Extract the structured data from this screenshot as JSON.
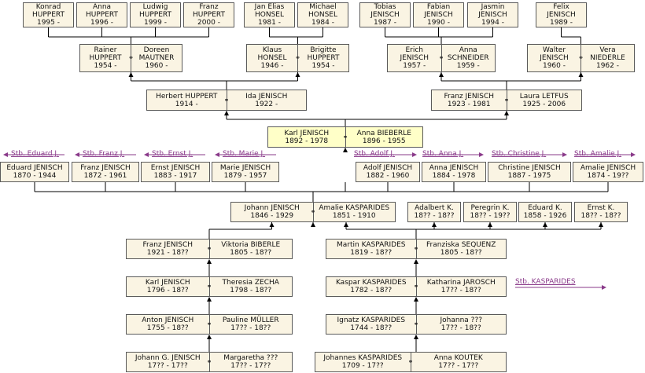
{
  "colors": {
    "line": "#000000",
    "box_fill": "#faf4e3",
    "highlight_fill": "#ffffc8",
    "link": "#8a3a8a"
  },
  "marriage_symbol": "⚭",
  "singles": [
    {
      "key": "konrad",
      "name": "Konrad\nHUPPERT",
      "dates": "1995 -"
    },
    {
      "key": "anna_h",
      "name": "Anna\nHUPPERT",
      "dates": "1996 -"
    },
    {
      "key": "ludwig",
      "name": "Ludwig\nHUPPERT",
      "dates": "1999 -"
    },
    {
      "key": "franz_h",
      "name": "Franz\nHUPPERT",
      "dates": "2000 -"
    },
    {
      "key": "janelias",
      "name": "Jan Elias\nHONSEL",
      "dates": "1981 -"
    },
    {
      "key": "michael",
      "name": "Michael\nHONSEL",
      "dates": "1984 -"
    },
    {
      "key": "tobias",
      "name": "Tobias\nJENISCH",
      "dates": "1987 -"
    },
    {
      "key": "fabian",
      "name": "Fabian\nJENISCH",
      "dates": "1990 -"
    },
    {
      "key": "jasmin",
      "name": "Jasmin\nJENISCH",
      "dates": "1994 -"
    },
    {
      "key": "felix",
      "name": "Felix\nJENISCH",
      "dates": "1989 -"
    },
    {
      "key": "eduard_j",
      "name": "Eduard JENISCH",
      "dates": "1870 - 1944"
    },
    {
      "key": "franz_j2",
      "name": "Franz JENISCH",
      "dates": "1872 - 1961"
    },
    {
      "key": "ernst_j",
      "name": "Ernst JENISCH",
      "dates": "1883 - 1917"
    },
    {
      "key": "marie_j",
      "name": "Marie JENISCH",
      "dates": "1879 - 1957"
    },
    {
      "key": "adolf_j",
      "name": "Adolf JENISCH",
      "dates": "1882 - 1960"
    },
    {
      "key": "anna_j",
      "name": "Anna JENISCH",
      "dates": "1884 - 1978"
    },
    {
      "key": "christine_j",
      "name": "Christine JENISCH",
      "dates": "1887 - 1975"
    },
    {
      "key": "amalie_j",
      "name": "Amalie JENISCH",
      "dates": "1874 - 19??"
    },
    {
      "key": "adalbert_k",
      "name": "Adalbert K.",
      "dates": "18?? - 18??"
    },
    {
      "key": "peregrin_k",
      "name": "Peregrin K.",
      "dates": "18?? - 19??"
    },
    {
      "key": "eduard_k",
      "name": "Eduard K.",
      "dates": "1858 - 1926"
    },
    {
      "key": "ernst_k",
      "name": "Ernst K.",
      "dates": "18?? - 18??"
    }
  ],
  "couples": [
    {
      "key": "rainer",
      "left": {
        "name": "Rainer\nHUPPERT",
        "dates": "1954 -"
      },
      "right": {
        "name": "Doreen\nMAUTNER",
        "dates": "1960 -"
      }
    },
    {
      "key": "klaus",
      "left": {
        "name": "Klaus\nHONSEL",
        "dates": "1946 -"
      },
      "right": {
        "name": "Brigitte\nHUPPERT",
        "dates": "1954 -"
      }
    },
    {
      "key": "erich",
      "left": {
        "name": "Erich\nJENISCH",
        "dates": "1957 -"
      },
      "right": {
        "name": "Anna\nSCHNEIDER",
        "dates": "1959 -"
      }
    },
    {
      "key": "walter",
      "left": {
        "name": "Walter\nJENISCH",
        "dates": "1960 -"
      },
      "right": {
        "name": "Vera\nNIEDERLE",
        "dates": "1962 -"
      }
    },
    {
      "key": "herbert",
      "left": {
        "name": "Herbert HUPPERT",
        "dates": "1914 -"
      },
      "right": {
        "name": "Ida JENISCH",
        "dates": "1922 -"
      }
    },
    {
      "key": "franz1923",
      "left": {
        "name": "Franz JENISCH",
        "dates": "1923 - 1981"
      },
      "right": {
        "name": "Laura LETFUS",
        "dates": "1925 - 2006"
      }
    },
    {
      "key": "karl1892",
      "highlight": true,
      "left": {
        "name": "Karl JENISCH",
        "dates": "1892 - 1978"
      },
      "right": {
        "name": "Anna BIEBERLE",
        "dates": "1896 - 1955"
      }
    },
    {
      "key": "johann1846",
      "left": {
        "name": "Johann JENISCH",
        "dates": "1846 - 1929"
      },
      "right": {
        "name": "Amalie KASPARIDES",
        "dates": "1851 - 1910"
      }
    },
    {
      "key": "franz1921",
      "left": {
        "name": "Franz JENISCH",
        "dates": "1921 - 18??"
      },
      "right": {
        "name": "Viktoria BIBERLE",
        "dates": "1805 - 18??"
      }
    },
    {
      "key": "karl1796",
      "left": {
        "name": "Karl JENISCH",
        "dates": "1796 - 18??"
      },
      "right": {
        "name": "Theresia ZECHA",
        "dates": "1798 - 18??"
      }
    },
    {
      "key": "anton1755",
      "left": {
        "name": "Anton JENISCH",
        "dates": "1755 - 18??"
      },
      "right": {
        "name": "Pauline MÜLLER",
        "dates": "17?? - 18??"
      }
    },
    {
      "key": "johanng",
      "left": {
        "name": "Johann G. JENISCH",
        "dates": "17?? - 17??"
      },
      "right": {
        "name": "Margaretha ???",
        "dates": "17?? - 17??"
      }
    },
    {
      "key": "martin1819",
      "left": {
        "name": "Martin KASPARIDES",
        "dates": "1819 - 18??"
      },
      "right": {
        "name": "Franziska SEQUENZ",
        "dates": "1805 - 18??"
      }
    },
    {
      "key": "kaspar1782",
      "left": {
        "name": "Kaspar KASPARIDES",
        "dates": "1782 - 18??"
      },
      "right": {
        "name": "Katharina JAROSCH",
        "dates": "17?? - 18??"
      }
    },
    {
      "key": "ignatz1744",
      "left": {
        "name": "Ignatz KASPARIDES",
        "dates": "1744 - 18??"
      },
      "right": {
        "name": "Johanna ???",
        "dates": "17?? - 18??"
      }
    },
    {
      "key": "johannes1709",
      "left": {
        "name": "Johannes KASPARIDES",
        "dates": "1709 - 17??"
      },
      "right": {
        "name": "Anna KOUTEK",
        "dates": "17?? - 17??"
      }
    }
  ],
  "stb_links": [
    {
      "key": "eduard",
      "label": "Stb. Eduard J."
    },
    {
      "key": "franz",
      "label": "Stb. Franz J."
    },
    {
      "key": "ernst",
      "label": "Stb. Ernst J."
    },
    {
      "key": "marie",
      "label": "Stb. Marie J."
    },
    {
      "key": "adolf",
      "label": "Stb. Adolf J."
    },
    {
      "key": "anna",
      "label": "Stb. Anna J."
    },
    {
      "key": "christine",
      "label": "Stb. Christine J."
    },
    {
      "key": "amalie",
      "label": "Stb. Amalie J."
    },
    {
      "key": "kasparides",
      "label": "Stb. KASPARIDES"
    }
  ]
}
